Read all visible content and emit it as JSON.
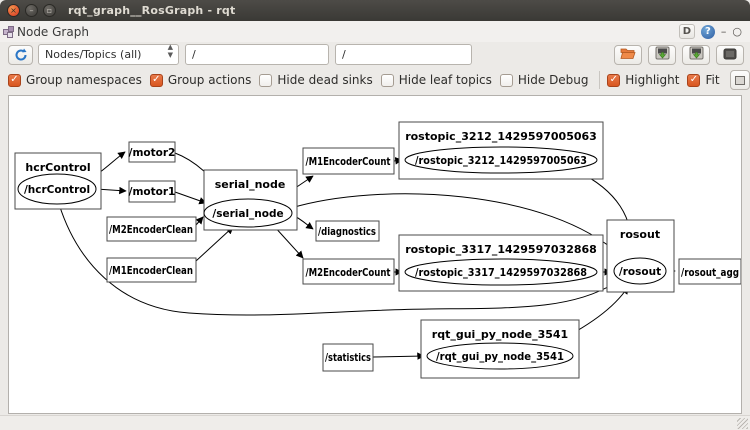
{
  "window": {
    "title": "rqt_graph__RosGraph - rqt"
  },
  "panel": {
    "title": "Node Graph",
    "dock_buttons": {
      "d_label": "D",
      "help_label": "?",
      "minimize_glyph": "–",
      "float_glyph": "○"
    }
  },
  "toolbar": {
    "filter_combo_value": "Nodes/Topics (all)",
    "namespace_filter_value": "/",
    "topic_filter_value": "/",
    "action_buttons": [
      "open-dot-file",
      "save-dot-file",
      "save-as-svg",
      "save-as-image"
    ]
  },
  "options": {
    "checkboxes": [
      {
        "label": "Group namespaces",
        "checked": true
      },
      {
        "label": "Group actions",
        "checked": true
      },
      {
        "label": "Hide dead sinks",
        "checked": false
      },
      {
        "label": "Hide leaf topics",
        "checked": false
      },
      {
        "label": "Hide Debug",
        "checked": false
      },
      {
        "label": "Highlight",
        "checked": true
      },
      {
        "label": "Fit",
        "checked": true
      }
    ]
  },
  "graph": {
    "groups": {
      "hcrControl": "hcrControl",
      "serial_node": "serial_node",
      "rostopic_3212": "rostopic_3212_1429597005063",
      "rostopic_3317": "rostopic_3317_1429597032868",
      "rosout": "rosout",
      "rqt_gui": "rqt_gui_py_node_3541"
    },
    "nodes": {
      "hcrControl": "/hcrControl",
      "serial_node": "/serial_node",
      "rostopic_3212": "/rostopic_3212_1429597005063",
      "rostopic_3317": "/rostopic_3317_1429597032868",
      "rosout": "/rosout",
      "rqt_gui": "/rqt_gui_py_node_3541"
    },
    "topics": {
      "motor2": "/motor2",
      "motor1": "/motor1",
      "m2clean": "/M2EncoderClean",
      "m1clean": "/M1EncoderClean",
      "m1count": "/M1EncoderCount",
      "diagnostics": "/diagnostics",
      "m2count": "/M2EncoderCount",
      "rosout_agg": "/rosout_agg",
      "statistics": "/statistics"
    },
    "edges": [
      {
        "from": "/hcrControl",
        "to": "/motor2"
      },
      {
        "from": "/hcrControl",
        "to": "/motor1"
      },
      {
        "from": "/motor2",
        "to": "/serial_node"
      },
      {
        "from": "/motor1",
        "to": "/serial_node"
      },
      {
        "from": "/M2EncoderClean",
        "to": "/serial_node"
      },
      {
        "from": "/M1EncoderClean",
        "to": "/serial_node"
      },
      {
        "from": "/serial_node",
        "to": "/M1EncoderCount"
      },
      {
        "from": "/serial_node",
        "to": "/diagnostics"
      },
      {
        "from": "/serial_node",
        "to": "/M2EncoderCount"
      },
      {
        "from": "/serial_node",
        "to": "/rosout"
      },
      {
        "from": "/M1EncoderCount",
        "to": "/rostopic_3212_1429597005063"
      },
      {
        "from": "/M2EncoderCount",
        "to": "/rostopic_3317_1429597032868"
      },
      {
        "from": "/rostopic_3212_1429597005063",
        "to": "/rosout"
      },
      {
        "from": "/rostopic_3317_1429597032868",
        "to": "/rosout"
      },
      {
        "from": "/hcrControl",
        "to": "/rosout"
      },
      {
        "from": "/statistics",
        "to": "/rqt_gui_py_node_3541"
      },
      {
        "from": "/rqt_gui_py_node_3541",
        "to": "/rosout"
      },
      {
        "from": "/rosout",
        "to": "/rosout"
      },
      {
        "from": "/rosout",
        "to": "/rosout_agg"
      }
    ]
  },
  "colors": {
    "titlebar": "#3a3935",
    "close_button": "#df4f2d",
    "checkbox_checked": "#d9561f",
    "chrome_bg": "#eceae7",
    "canvas_bg": "#ffffff",
    "edge_stroke": "#000000",
    "help_icon": "#3f6fae"
  }
}
